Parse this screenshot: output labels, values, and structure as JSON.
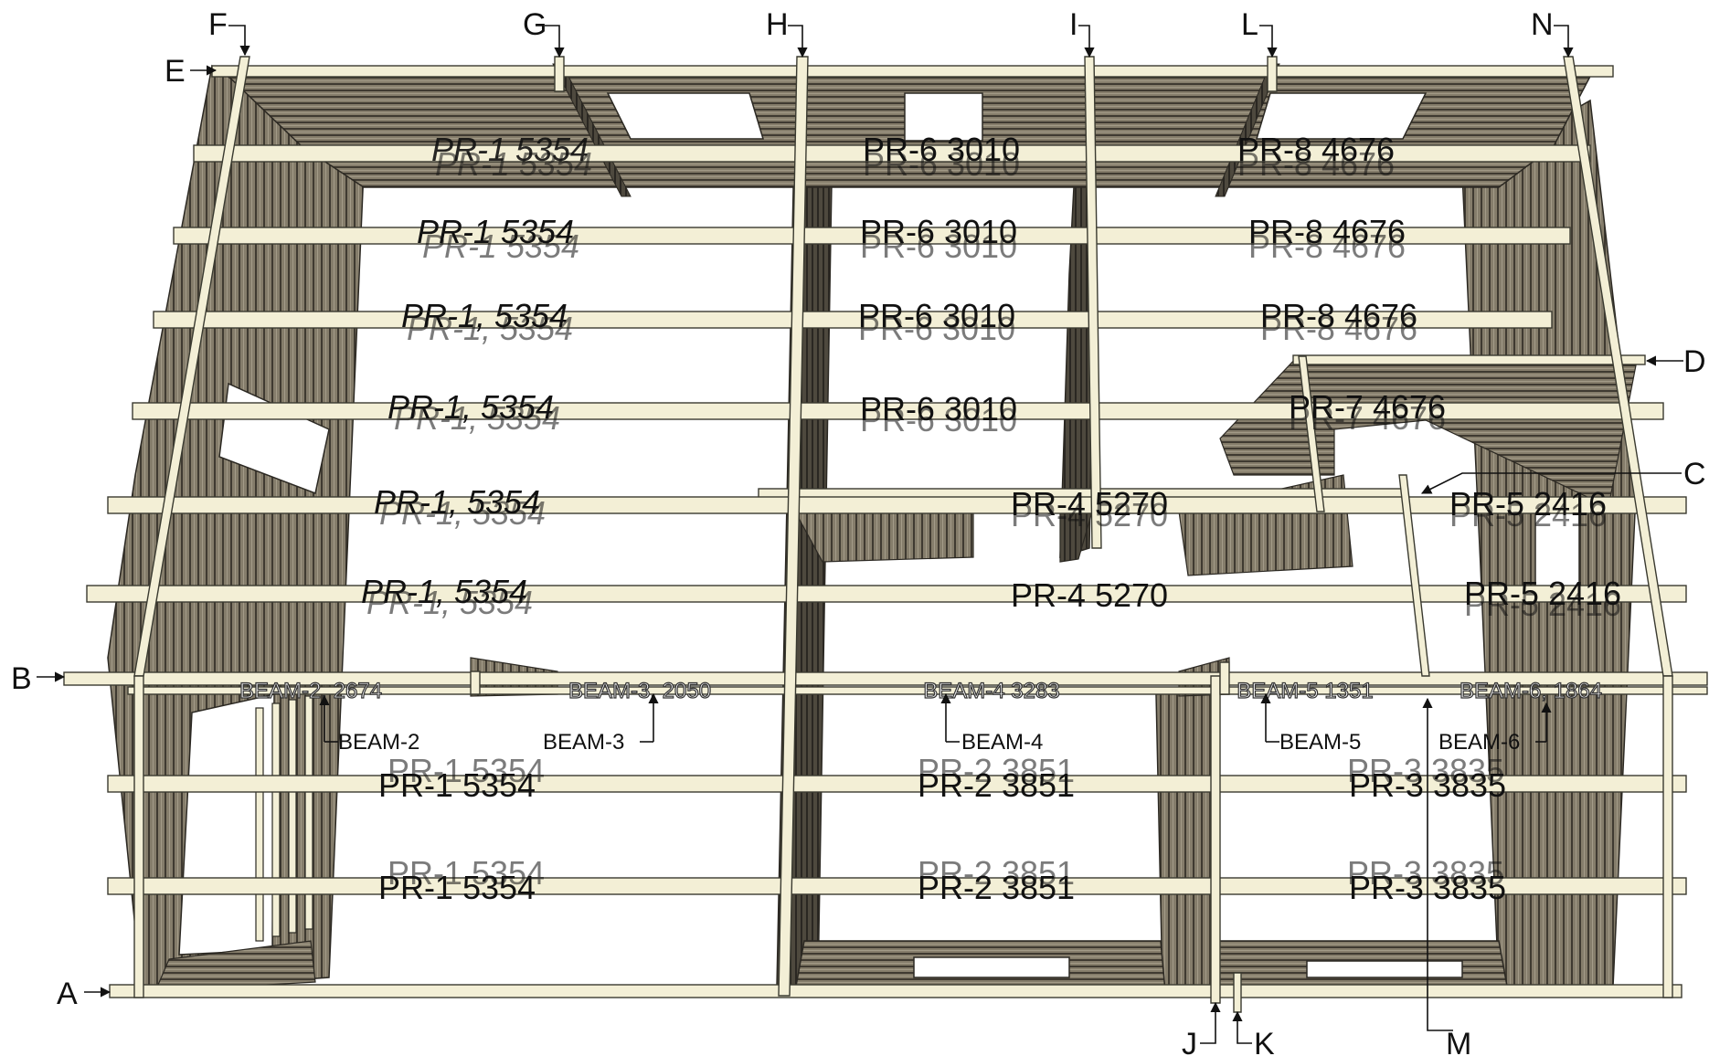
{
  "colors": {
    "beam": "#f3efd6",
    "beam_stroke": "#3a3a30",
    "wall": "#7d7564",
    "wall_dark": "#4b463b",
    "wall_light": "#a29a88",
    "ink": "#111111",
    "background": "#ffffff"
  },
  "grid_labels": {
    "A": "A",
    "B": "B",
    "C": "C",
    "D": "D",
    "E": "E",
    "F": "F",
    "G": "G",
    "H": "H",
    "I": "I",
    "J": "J",
    "K": "K",
    "L": "L",
    "M": "M",
    "N": "N"
  },
  "upper_purlins": {
    "row1": {
      "left": "PR-1  5354",
      "mid": "PR-6  3010",
      "right": "PR-8  4676"
    },
    "row2": {
      "left": "PR-1  5354",
      "mid": "PR-6  3010",
      "right": "PR-8  4676"
    },
    "row3": {
      "left": "PR-1, 5354",
      "mid": "PR-6  3010",
      "right": "PR-8  4676"
    },
    "row4": {
      "left": "PR-1, 5354",
      "mid": "PR-6  3010",
      "right": "PR-7  4676"
    },
    "row5": {
      "left": "PR-1, 5354",
      "mid": "PR-4  5270",
      "right": "PR-5  2416"
    },
    "row6": {
      "left": "PR-1, 5354",
      "mid": "PR-4  5270",
      "right": "PR-5  2416"
    }
  },
  "beams": {
    "b2": "BEAM-2, 2674",
    "b3": "BEAM-3, 2050",
    "b4": "BEAM-4  3283",
    "b5": "BEAM-5  1351",
    "b6": "BEAM-6, 1864"
  },
  "beam_callouts": {
    "b2": "BEAM-2",
    "b3": "BEAM-3",
    "b4": "BEAM-4",
    "b5": "BEAM-5",
    "b6": "BEAM-6"
  },
  "lower_purlins": {
    "row1": {
      "left": "PR-1  5354",
      "mid": "PR-2  3851",
      "right": "PR-3  3835"
    },
    "row2": {
      "left": "PR-1  5354",
      "mid": "PR-2  3851",
      "right": "PR-3  3835"
    }
  }
}
